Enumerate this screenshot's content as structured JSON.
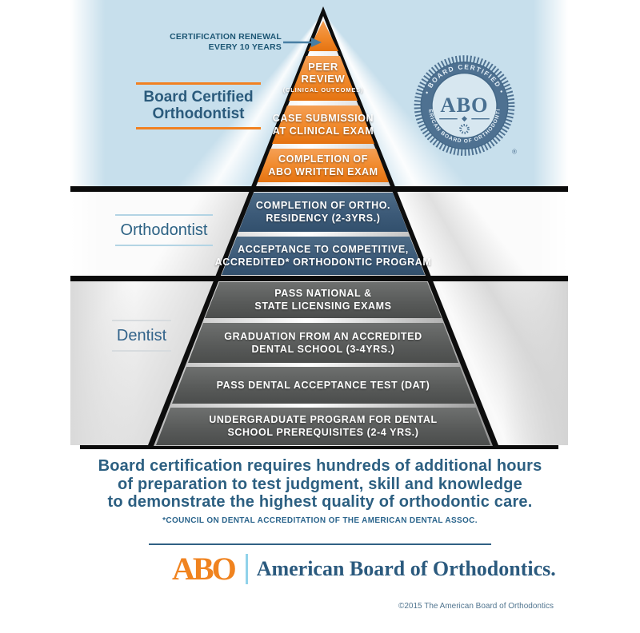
{
  "colors": {
    "orange": "#F0831F",
    "blue_section": "#3C5A78",
    "gray_section": "#595B5A",
    "navy_text": "#2B5F81",
    "sky": "#C7DFEC",
    "band_rule": "#0B0B0B"
  },
  "annotation": {
    "line1": "CERTIFICATION RENEWAL",
    "line2": "EVERY 10 YEARS"
  },
  "side_labels": {
    "board_certified": "Board Certified Orthodontist",
    "orthodontist": "Orthodontist",
    "dentist": "Dentist"
  },
  "pyramid": {
    "levels": [
      {
        "id": "peer-review",
        "tier": "board-certified",
        "lines": [
          "PEER",
          "REVIEW"
        ],
        "sub": "(CLINICAL OUTCOMES)"
      },
      {
        "id": "case-submission",
        "tier": "board-certified",
        "lines": [
          "CASE SUBMISSION",
          "AT CLINICAL EXAM"
        ]
      },
      {
        "id": "written-exam",
        "tier": "board-certified",
        "lines": [
          "COMPLETION OF",
          "ABO WRITTEN EXAM"
        ]
      },
      {
        "id": "residency",
        "tier": "orthodontist",
        "lines": [
          "COMPLETION OF ORTHO.",
          "RESIDENCY (2-3YRS.)"
        ]
      },
      {
        "id": "acceptance",
        "tier": "orthodontist",
        "lines": [
          "ACCEPTANCE TO COMPETITIVE,",
          "ACCREDITED* ORTHODONTIC PROGRAM"
        ]
      },
      {
        "id": "licensing-exams",
        "tier": "dentist",
        "lines": [
          "PASS NATIONAL &",
          "STATE LICENSING EXAMS"
        ]
      },
      {
        "id": "dental-school",
        "tier": "dentist",
        "lines": [
          "GRADUATION FROM AN ACCREDITED",
          "DENTAL SCHOOL (3-4YRS.)"
        ]
      },
      {
        "id": "dat",
        "tier": "dentist",
        "lines": [
          "PASS DENTAL ACCEPTANCE TEST (DAT)"
        ]
      },
      {
        "id": "undergraduate",
        "tier": "dentist",
        "lines": [
          "UNDERGRADUATE PROGRAM FOR DENTAL",
          "SCHOOL PREREQUISITES (2-4 YRS.)"
        ]
      }
    ]
  },
  "seal": {
    "center": "ABO",
    "top_arc": "• BOARD CERTIFIED •",
    "bottom_arc": "AMERICAN BOARD OF ORTHODONTICS",
    "registered": "®"
  },
  "paragraph": {
    "line1": "Board certification requires hundreds of additional hours",
    "line2": "of preparation to test judgment, skill and knowledge",
    "line3": "to demonstrate the highest quality of orthodontic care."
  },
  "footnote": "*COUNCIL ON DENTAL ACCREDITATION OF THE AMERICAN DENTAL ASSOC.",
  "logo": {
    "abo": "ABO",
    "wordmark": "American Board of Orthodontics."
  },
  "copyright": "©2015 The American Board of Orthodontics"
}
